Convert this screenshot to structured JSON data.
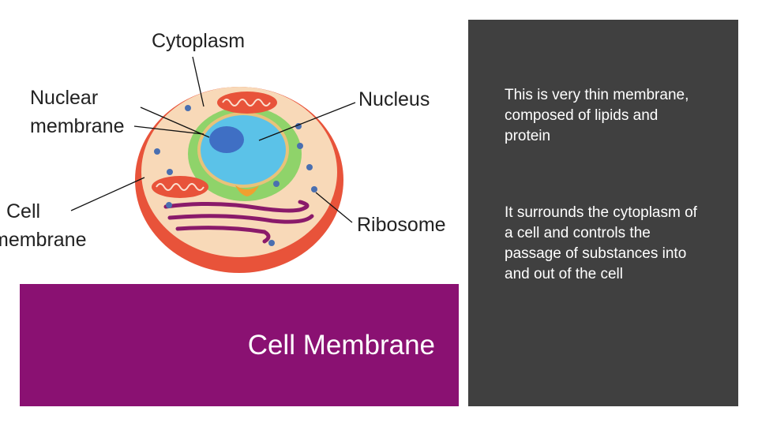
{
  "diagram": {
    "labels": {
      "cytoplasm": "Cytoplasm",
      "nuclear_membrane_line1": "Nuclear",
      "nuclear_membrane_line2": "membrane",
      "nucleus": "Nucleus",
      "cell_membrane_line1": "Cell",
      "cell_membrane_line2": "membrane",
      "ribosome": "Ribosome"
    }
  },
  "slide": {
    "title": "Cell Membrane",
    "paragraphs": [
      "This is very thin membrane, composed of lipids and protein",
      "It surrounds the cytoplasm of a cell and controls the passage of substances into and out of the cell"
    ]
  },
  "colors": {
    "title_bar": "#8a1172",
    "info_panel": "#404040",
    "text_light": "#ffffff"
  }
}
